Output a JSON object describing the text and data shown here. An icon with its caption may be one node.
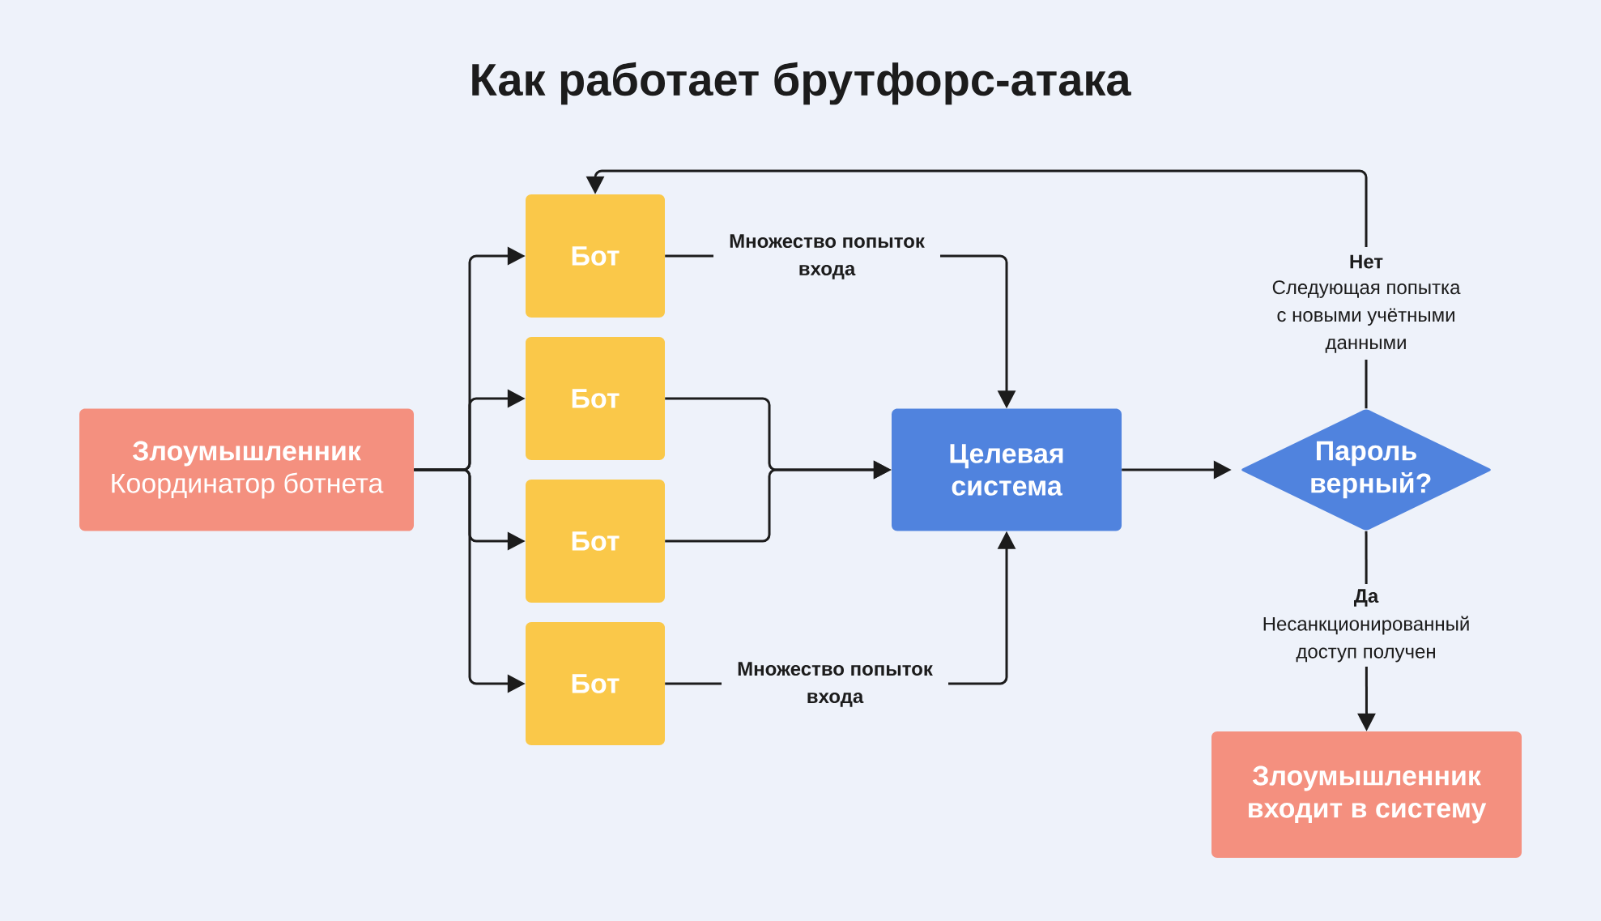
{
  "diagram": {
    "title": "Как работает брутфорс-атака",
    "nodes": [
      {
        "text": [
          "Злоумышленник",
          "Координатор ботнета"
        ]
      },
      {
        "text": [
          "Бот"
        ]
      },
      {
        "text": [
          "Бот"
        ]
      },
      {
        "text": [
          "Бот"
        ]
      },
      {
        "text": [
          "Бот"
        ]
      },
      {
        "text": [
          "Целевая система"
        ]
      },
      {
        "text": [
          "Пароль верный?"
        ]
      },
      {
        "text": [
          "Злоумышленник входит в систему"
        ]
      }
    ],
    "edges": [
      {
        "from": 0,
        "to": 1,
        "arrow": "to"
      },
      {
        "from": 0,
        "to": 2,
        "arrow": "to"
      },
      {
        "from": 0,
        "to": 3,
        "arrow": "to"
      },
      {
        "from": 0,
        "to": 4,
        "arrow": "to"
      },
      {
        "from": 1,
        "to": 5,
        "arrow": "to",
        "label": "Множество попыток входа"
      },
      {
        "from": 2,
        "to": 5,
        "arrow": "to"
      },
      {
        "from": 3,
        "to": 5,
        "arrow": "to"
      },
      {
        "from": 4,
        "to": 5,
        "arrow": "to",
        "label": "Множество попыток входа"
      },
      {
        "from": 5,
        "to": 6,
        "arrow": "to"
      },
      {
        "from": 6,
        "to": 1,
        "arrow": "to",
        "label": "Нет"
      },
      {
        "from": 6,
        "to": 7,
        "arrow": "to",
        "label": "Да"
      }
    ],
    "labels": [
      "Следующая попытка с новыми учётными данными",
      "Несанкционированный доступ получен"
    ]
  }
}
